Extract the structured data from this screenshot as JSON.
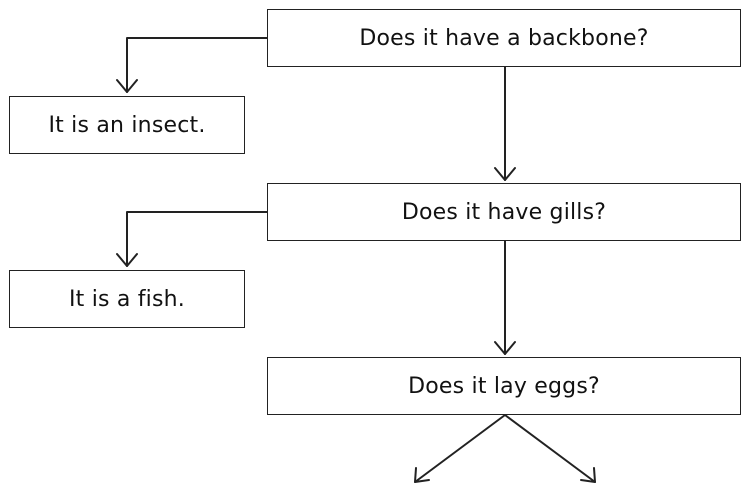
{
  "flowchart": {
    "question_backbone": "Does it have a backbone?",
    "answer_insect": "It is an insect.",
    "question_gills": "Does it have gills?",
    "answer_fish": "It is a fish.",
    "question_eggs": "Does it lay eggs?"
  },
  "colors": {
    "stroke": "#222222",
    "background": "#ffffff"
  }
}
